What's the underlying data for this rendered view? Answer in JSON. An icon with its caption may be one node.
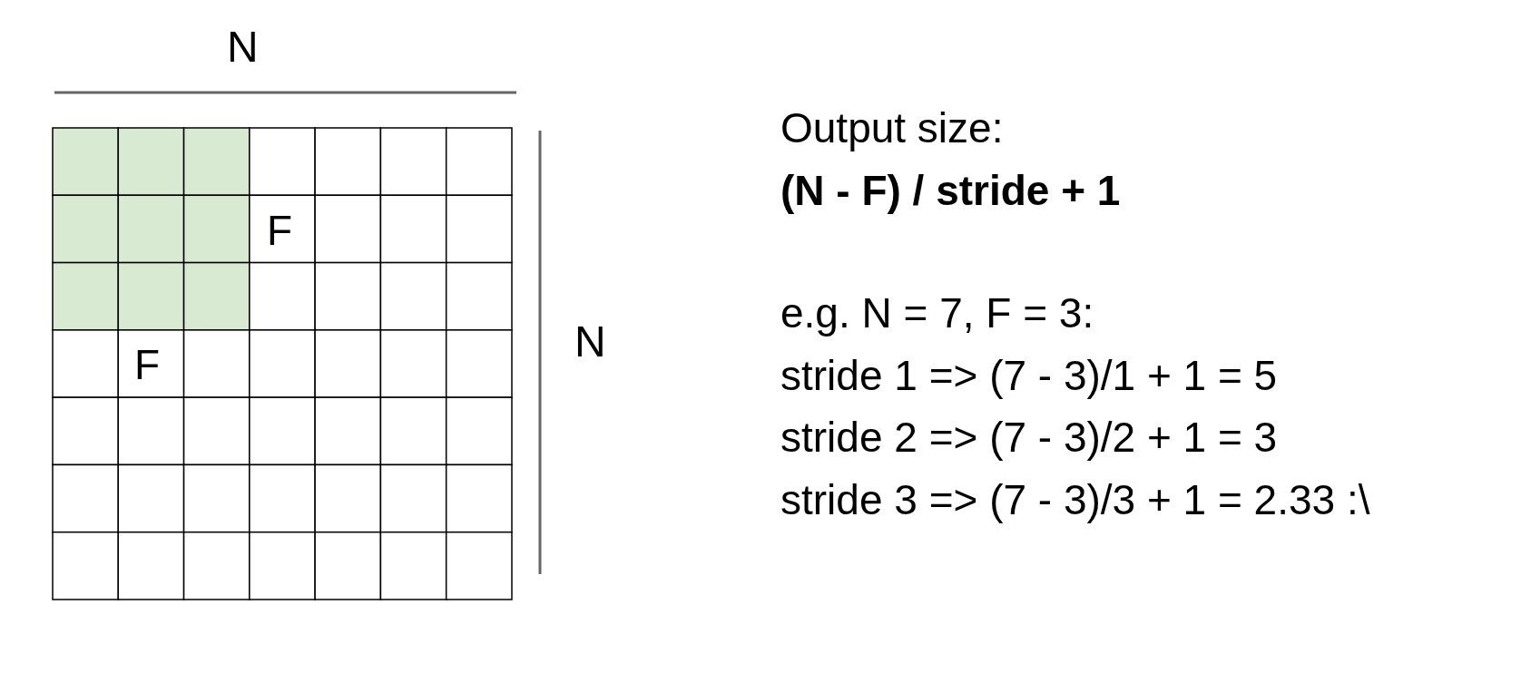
{
  "diagram": {
    "labels": [
      "N",
      "F",
      "F",
      "N",
      "Output size:",
      "(N - F) / stride + 1",
      "e.g. N = 7, F = 3:",
      "stride 1 => (7 - 3)/1 + 1 = 5",
      "stride 2 => (7 - 3)/2 + 1 = 3",
      "stride 3 => (7 - 3)/3 + 1 = 2.33 :\\"
    ]
  }
}
